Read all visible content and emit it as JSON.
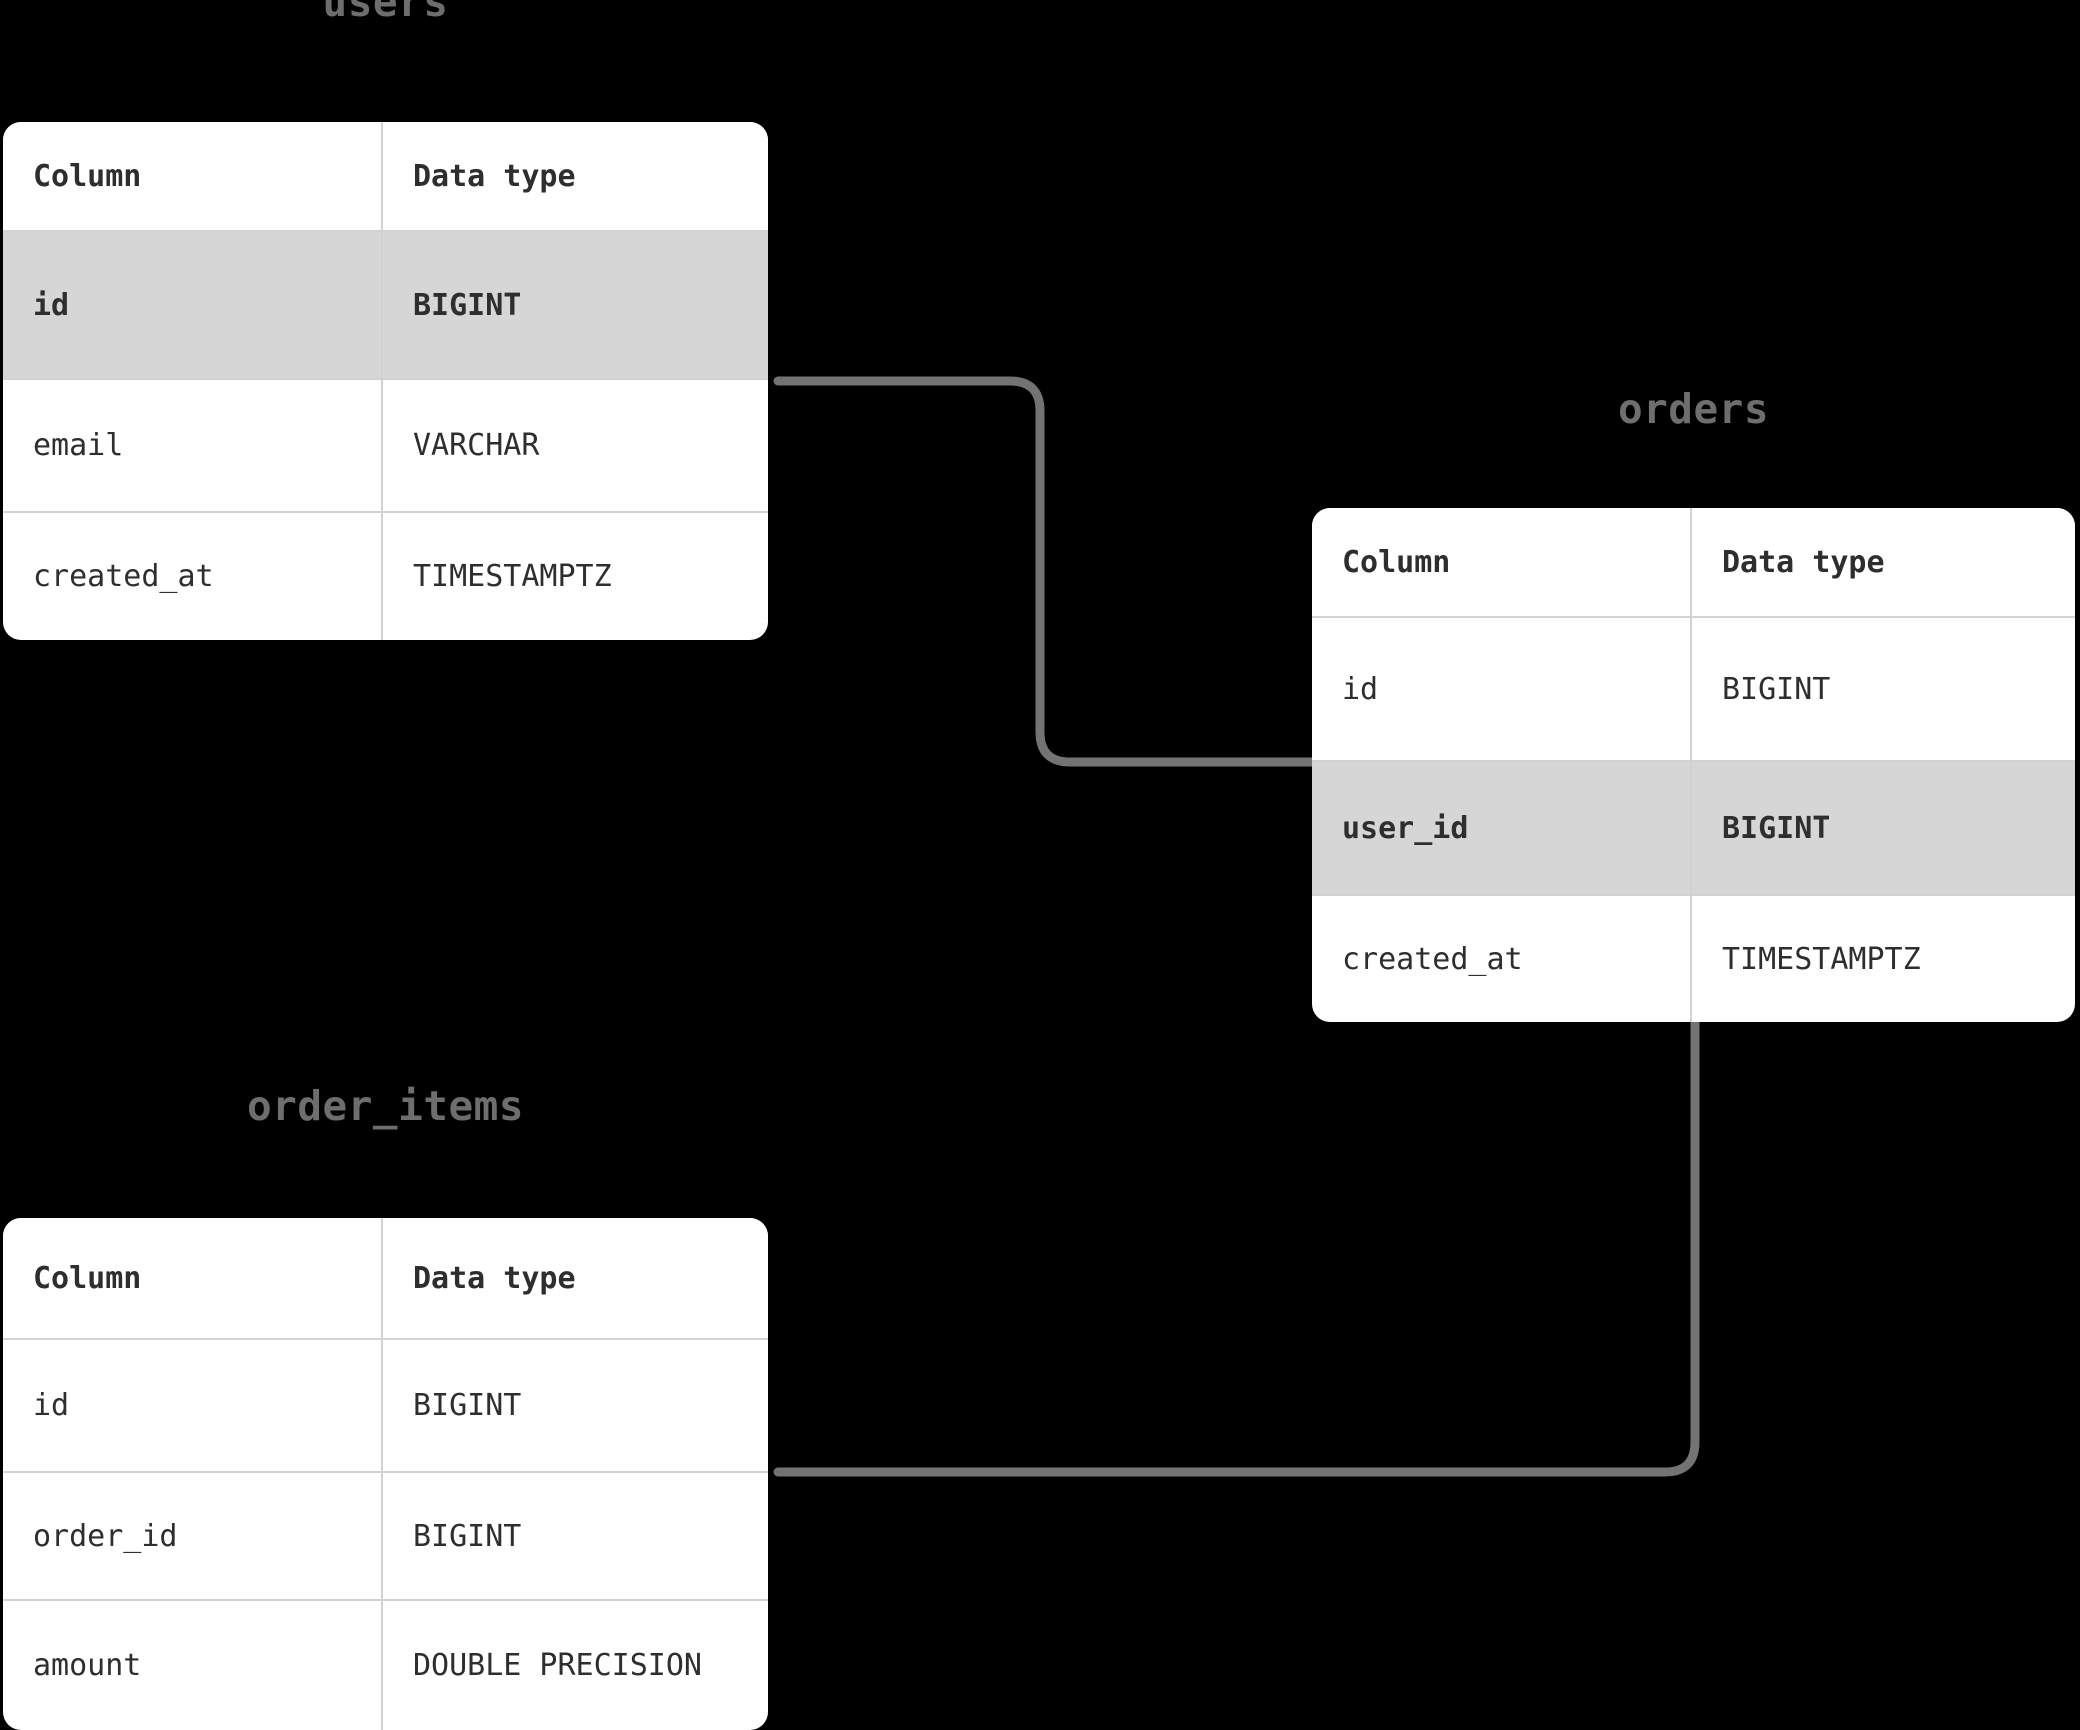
{
  "diagram": {
    "type": "entity-relationship-diagram",
    "background_color": "#000000",
    "card_background": "#ffffff",
    "highlight_color": "#d6d6d6",
    "connector_color": "#737373",
    "title_color": "#6e6e6e",
    "text_color": "#2e2e2e",
    "border_color": "#d2d2d2"
  },
  "columns": {
    "name_header": "Column",
    "type_header": "Data type"
  },
  "tables": [
    {
      "id": "users",
      "title": "users",
      "rows": [
        {
          "name": "id",
          "type": "BIGINT",
          "highlighted": true
        },
        {
          "name": "email",
          "type": "VARCHAR",
          "highlighted": false
        },
        {
          "name": "created_at",
          "type": "TIMESTAMPTZ",
          "highlighted": false
        }
      ]
    },
    {
      "id": "orders",
      "title": "orders",
      "rows": [
        {
          "name": "id",
          "type": "BIGINT",
          "highlighted": false
        },
        {
          "name": "user_id",
          "type": "BIGINT",
          "highlighted": true
        },
        {
          "name": "created_at",
          "type": "TIMESTAMPTZ",
          "highlighted": false
        }
      ]
    },
    {
      "id": "order_items",
      "title": "order_items",
      "rows": [
        {
          "name": "id",
          "type": "BIGINT",
          "highlighted": false
        },
        {
          "name": "order_id",
          "type": "BIGINT",
          "highlighted": false
        },
        {
          "name": "amount",
          "type": "DOUBLE PRECISION",
          "highlighted": false
        }
      ]
    }
  ],
  "relationships": [
    {
      "id": "users-to-orders",
      "from": "users.id",
      "to": "orders.user_id"
    },
    {
      "id": "orders-to-order-items",
      "from": "orders.created_at",
      "to": "order_items.order_id"
    }
  ]
}
